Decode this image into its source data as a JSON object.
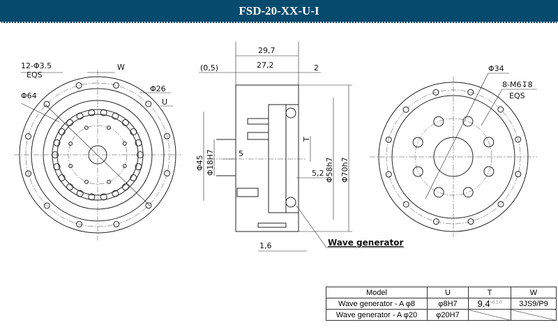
{
  "header": {
    "title": "FSD-20-XX-U-I"
  },
  "front_view": {
    "holes": "12-Φ3.5",
    "eqs": "EQS",
    "w": "W",
    "d64": "Φ64",
    "d26": "Φ26",
    "u": "U"
  },
  "section_view": {
    "len_total": "29,7",
    "offset": "(0,5)",
    "len_body": "27,2",
    "step": "2",
    "d45": "Φ45",
    "d18": "Φ18H7",
    "dim5": "5",
    "t": "T",
    "dim52": "5,2",
    "d58": "Φ58h7",
    "d70": "Φ70h7",
    "dim16": "1,6",
    "callout": "Wave generator"
  },
  "back_view": {
    "d34": "Φ34",
    "threads": "8-M6↧8",
    "eqs": "EQS"
  },
  "table": {
    "headers": [
      "Model",
      "U",
      "T",
      "W"
    ],
    "rows": [
      {
        "model": "Wave generator - A φ8",
        "u": "φ8H7",
        "t": "9.4",
        "t_tol": "+0.1 0",
        "w": "3JS9/P9"
      },
      {
        "model": "Wave generator - A φ20",
        "u": "φ20H7"
      }
    ]
  }
}
